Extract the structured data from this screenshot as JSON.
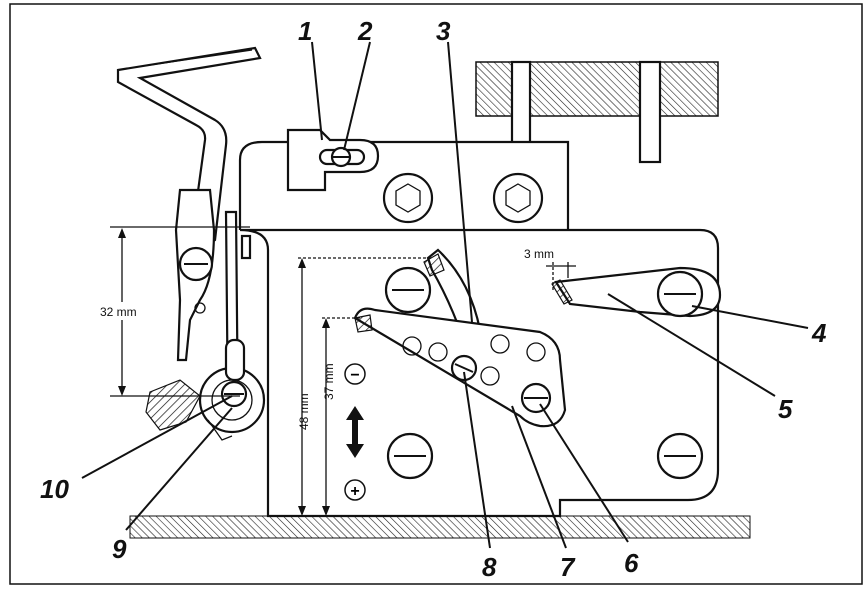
{
  "callouts": [
    "1",
    "2",
    "3",
    "4",
    "5",
    "6",
    "7",
    "8",
    "9",
    "10"
  ],
  "dimensions": {
    "d32": "32 mm",
    "d48": "48 mm",
    "d37": "37 mm",
    "d3": "3 mm"
  },
  "symbols": {
    "minus": "−",
    "plus": "+"
  },
  "colors": {
    "ink": "#111111",
    "paper": "#ffffff"
  }
}
